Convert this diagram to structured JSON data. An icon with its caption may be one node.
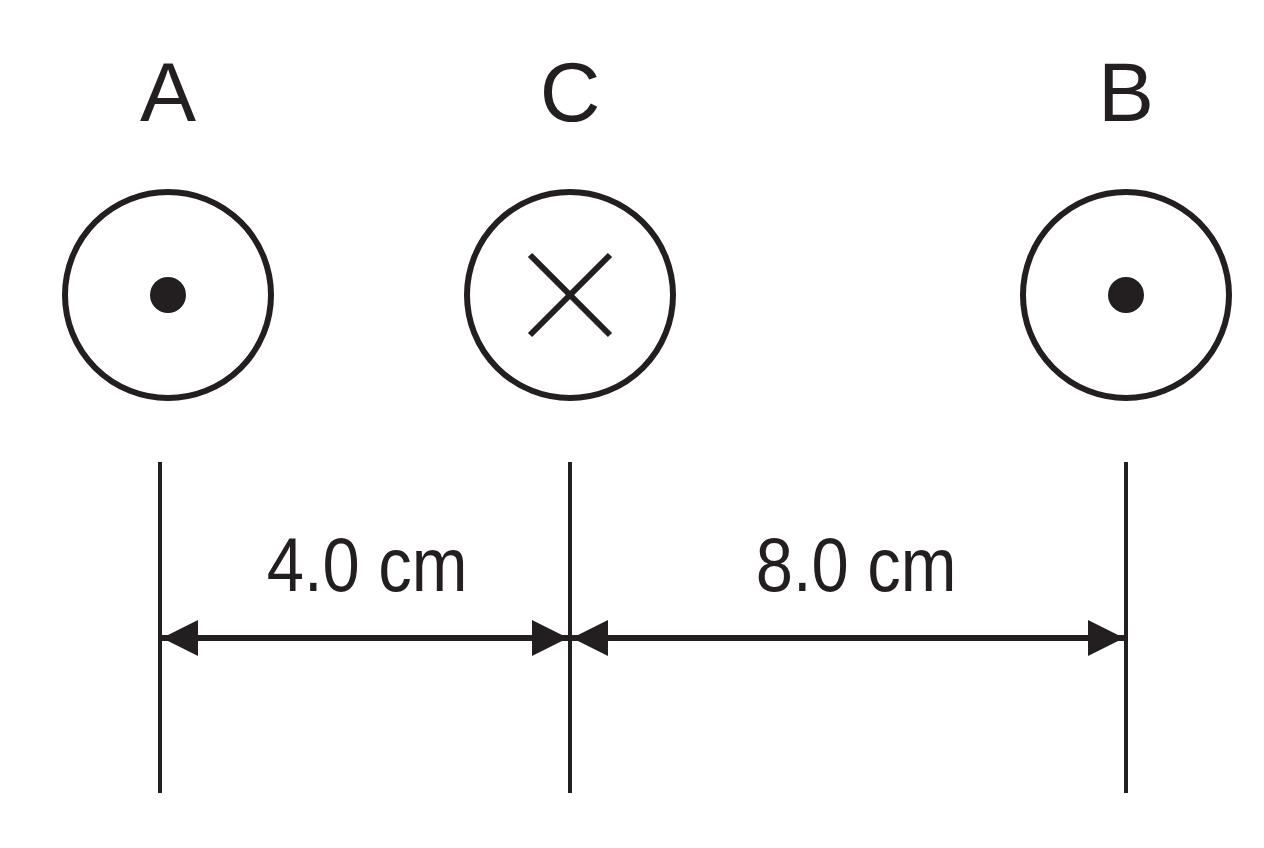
{
  "diagram": {
    "nodes": [
      {
        "text": [
          "A"
        ]
      },
      {
        "text": [
          "C"
        ]
      },
      {
        "text": [
          "B"
        ]
      }
    ],
    "edges": [],
    "labels": [
      "4.0 cm",
      "8.0 cm"
    ]
  }
}
